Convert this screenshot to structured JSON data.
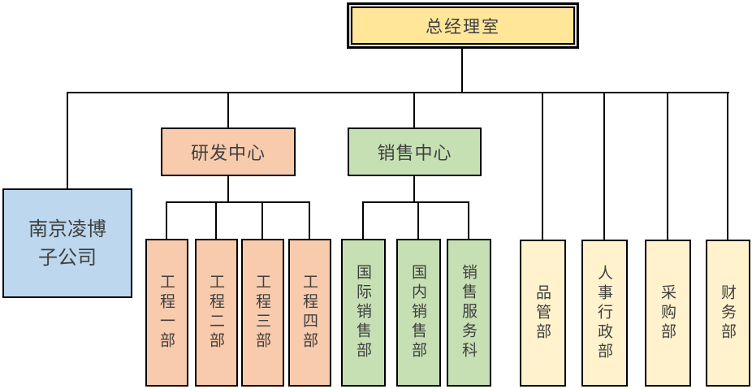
{
  "org": {
    "root": {
      "label": "总经理室"
    },
    "subsidiary": {
      "label": "南京凌博子公司",
      "line1": "南京凌博",
      "line2": "子公司"
    },
    "rd_center": {
      "label": "研发中心",
      "children": [
        "工程一部",
        "工程二部",
        "工程三部",
        "工程四部"
      ]
    },
    "sales_center": {
      "label": "销售中心",
      "children": [
        "国际销售部",
        "国内销售部",
        "销售服务科"
      ]
    },
    "staff_departments": [
      "品管部",
      "人事行政部",
      "采购部",
      "财务部"
    ]
  },
  "colors": {
    "canvas_bg": "#ffffff",
    "root_fill": "#FFE699",
    "root_border_gap": "#d9d9d9",
    "rd_fill": "#F8CBAD",
    "sales_fill": "#C6E0B4",
    "subsidiary_fill": "#BDD7EE",
    "staff_fill": "#FFF2CC",
    "line_color": "#000000",
    "text_color": "#3f3f3f"
  }
}
